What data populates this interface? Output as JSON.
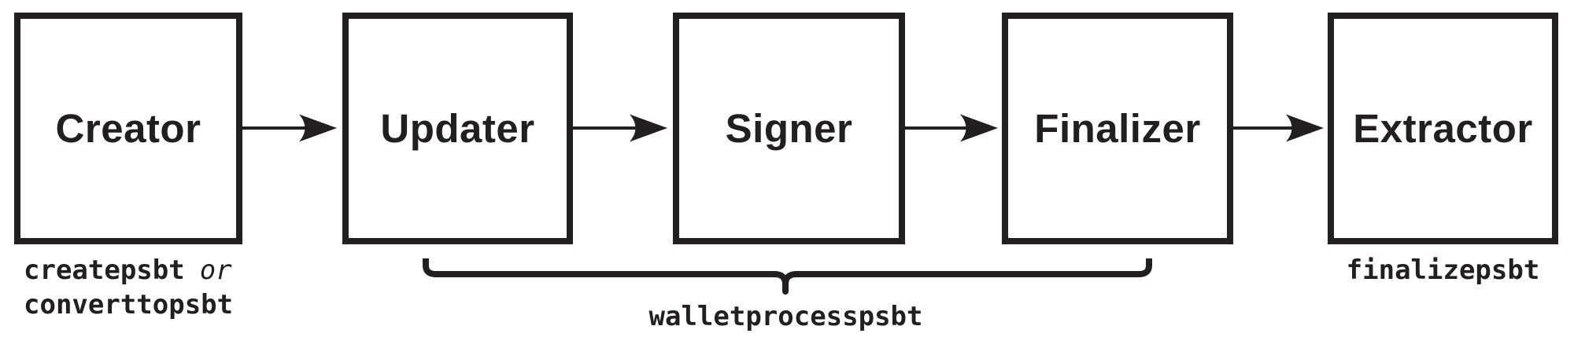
{
  "diagram": {
    "stages": [
      {
        "label": "Creator"
      },
      {
        "label": "Updater"
      },
      {
        "label": "Signer"
      },
      {
        "label": "Finalizer"
      },
      {
        "label": "Extractor"
      }
    ],
    "captions": {
      "creator": {
        "code_1": "createpsbt",
        "conjunction": "or",
        "code_2": "converttopsbt"
      },
      "updater_to_finalizer": {
        "code": "walletprocesspsbt"
      },
      "extractor": {
        "code": "finalizepsbt"
      }
    },
    "icons": {
      "connector": "flow-arrow-icon",
      "grouping": "curly-brace-icon"
    },
    "colors": {
      "ink": "#231f20",
      "background": "#ffffff"
    }
  }
}
